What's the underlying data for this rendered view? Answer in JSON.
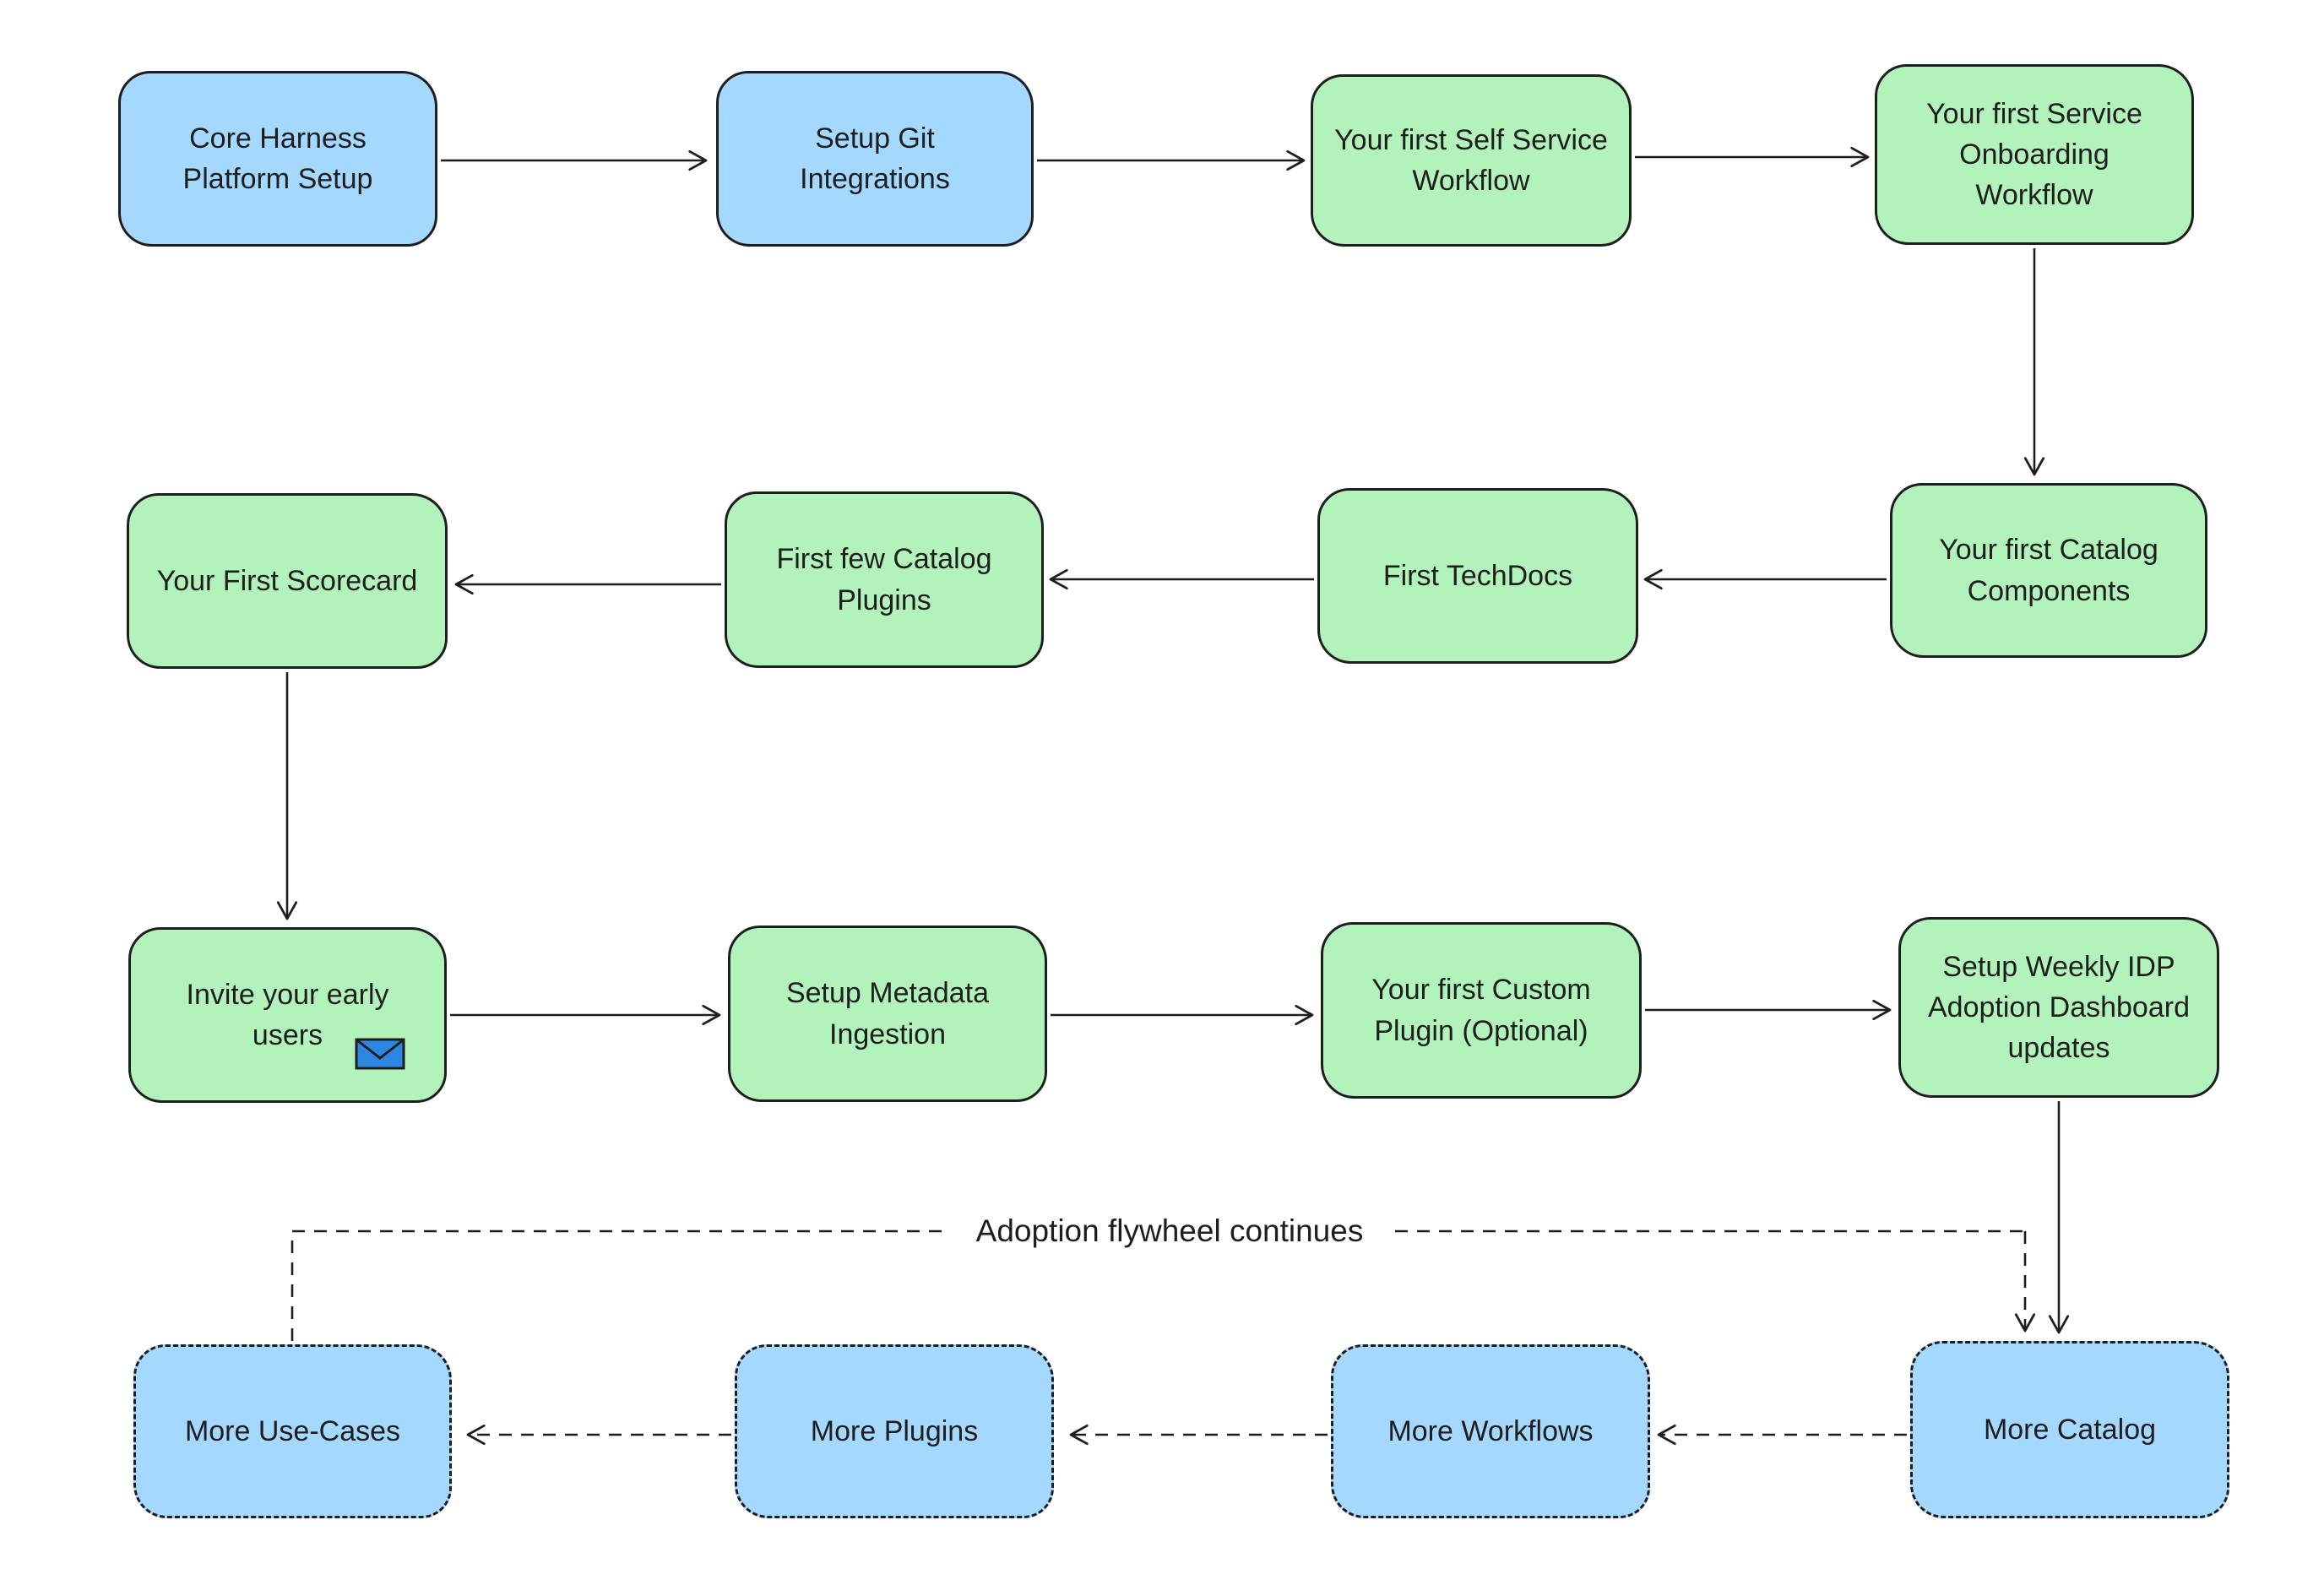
{
  "diagram": {
    "background": "#ffffff",
    "stroke_color": "#1e1e1e",
    "colors": {
      "blue": "#a5d8ff",
      "green": "#b2f2bb",
      "envelope_blue": "#2d87e2"
    },
    "flywheel_label": "Adoption flywheel continues",
    "nodes": {
      "core_platform": {
        "label": "Core Harness Platform Setup",
        "color": "blue"
      },
      "git_integrations": {
        "label": "Setup Git Integrations",
        "color": "blue"
      },
      "self_service_workflow": {
        "label": "Your first Self Service Workflow",
        "color": "green"
      },
      "service_onboarding": {
        "label": "Your first Service Onboarding Workflow",
        "color": "green"
      },
      "first_scorecard": {
        "label": "Your First Scorecard",
        "color": "green"
      },
      "catalog_plugins": {
        "label": "First few Catalog Plugins",
        "color": "green"
      },
      "first_techdocs": {
        "label": "First TechDocs",
        "color": "green"
      },
      "catalog_components": {
        "label": "Your first Catalog Components",
        "color": "green"
      },
      "invite_users": {
        "label": "Invite your early users",
        "color": "green"
      },
      "metadata_ingestion": {
        "label": "Setup Metadata Ingestion",
        "color": "green"
      },
      "custom_plugin": {
        "label": "Your first Custom Plugin (Optional)",
        "color": "green"
      },
      "adoption_dashboard": {
        "label": "Setup Weekly IDP Adoption Dashboard updates",
        "color": "green"
      },
      "more_use_cases": {
        "label": "More Use-Cases",
        "color": "blue"
      },
      "more_plugins": {
        "label": "More Plugins",
        "color": "blue"
      },
      "more_workflows": {
        "label": "More Workflows",
        "color": "blue"
      },
      "more_catalog": {
        "label": "More Catalog",
        "color": "blue"
      }
    }
  }
}
